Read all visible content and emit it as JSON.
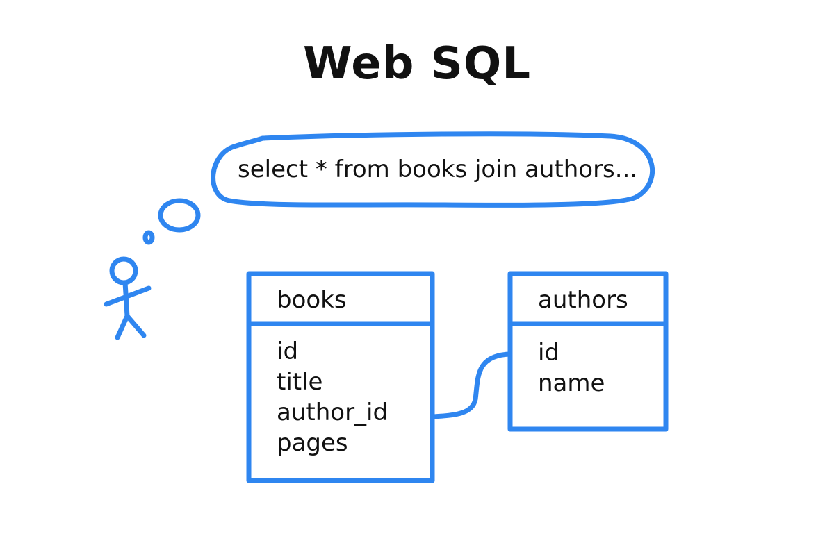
{
  "title": "Web SQL",
  "thought": {
    "query": "select * from books join authors..."
  },
  "tables": [
    {
      "name": "books",
      "fields": [
        "id",
        "title",
        "author_id",
        "pages"
      ]
    },
    {
      "name": "authors",
      "fields": [
        "id",
        "name"
      ]
    }
  ],
  "colors": {
    "stroke": "#2f86f0",
    "text": "#111111",
    "background": "#ffffff"
  },
  "icons": [
    "stick-figure-icon",
    "thought-bubble-icon"
  ]
}
